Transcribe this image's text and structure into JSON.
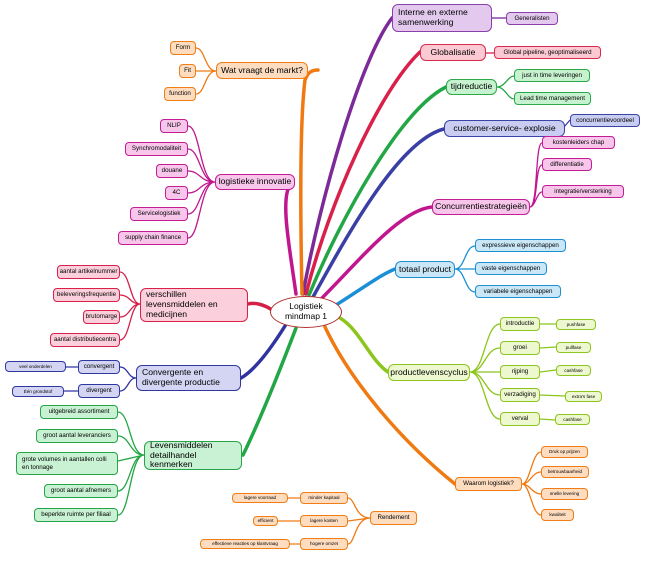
{
  "center": {
    "line1": "Logistiek",
    "line2": "mindmap 1"
  },
  "colors": {
    "purple": "#7b2a98",
    "crimson": "#d9204b",
    "green": "#23a645",
    "indigo": "#3a3fa6",
    "magenta": "#c0178f",
    "blue": "#1a8fd6",
    "lime": "#8cc51b",
    "orange": "#f07a12",
    "pink": "#d41f48",
    "navy": "#2f34a0"
  },
  "branches": {
    "samenwerking": {
      "label": "Interne en externe samenwerking",
      "children": [
        "Generalisten"
      ]
    },
    "globalisatie": {
      "label": "Globalisatie",
      "children": [
        "Global pipeline, geoptimaliseerd"
      ]
    },
    "tijdreductie": {
      "label": "tijdreductie",
      "children": [
        "just in time leveringen",
        "Lead time management"
      ]
    },
    "customer": {
      "label": "customer-service- explosie",
      "children": [
        "concurrentievoordeel"
      ]
    },
    "concurrentie": {
      "label": "Concurrentiestrategieën",
      "children": [
        "kostenleiders chap",
        "differentiatie",
        "integratie/versterking"
      ]
    },
    "product": {
      "label": "totaal product",
      "children": [
        "expressieve eigenschappen",
        "vaste eigenschappen",
        "variabele eigenschappen"
      ]
    },
    "levenscyclus": {
      "label": "productlevenscyclus",
      "stages": [
        "introductie",
        "groei",
        "rijping",
        "verzadiging",
        "verval"
      ],
      "phases": [
        "pushfase",
        "pullfase",
        "cashfase",
        "extra's fase",
        "cashfase"
      ]
    },
    "waarom": {
      "label": "Waarom logistiek?",
      "children": [
        "Druk op prijzen",
        "betrouwbaarheid",
        "snelle levering",
        "kwaliteit"
      ]
    },
    "rendement": {
      "label": "Rendement",
      "children": [
        "minder kapitaal",
        "lagere kosten",
        "hogere omzet"
      ],
      "notes": [
        "lagere voorraad",
        "efficient",
        "effectieve reacties op klantvraag"
      ]
    },
    "levensmiddelen": {
      "label": "Levensmiddelen detailhandel kenmerken",
      "children": [
        "uitgebreid assortiment",
        "groot aantal leveranciers",
        "grote volumes in aantallen colli en tonnage",
        "groot aantal afnemers",
        "beperkte ruimte per filiaal"
      ]
    },
    "convergent": {
      "label": "Convergente en divergente productie",
      "children": [
        "convergent",
        "divergent"
      ],
      "notes": [
        "veel onderdelen",
        "Één grondstof"
      ]
    },
    "verschillen": {
      "label": "verschillen levensmiddelen en medicijnen",
      "children": [
        "aantal artikelnummer",
        "beleveringsfrequentie",
        "brutomarge",
        "aantal distributiecentra"
      ]
    },
    "innovatie": {
      "label": "logistieke innovatie",
      "children": [
        "NLIP",
        "Synchromodaliteit",
        "douane",
        "4C",
        "Servicelogistiek",
        "supply chain finance"
      ]
    },
    "markt": {
      "label": "Wat vraagt de markt?",
      "children": [
        "Form",
        "Fit",
        "function"
      ]
    }
  }
}
